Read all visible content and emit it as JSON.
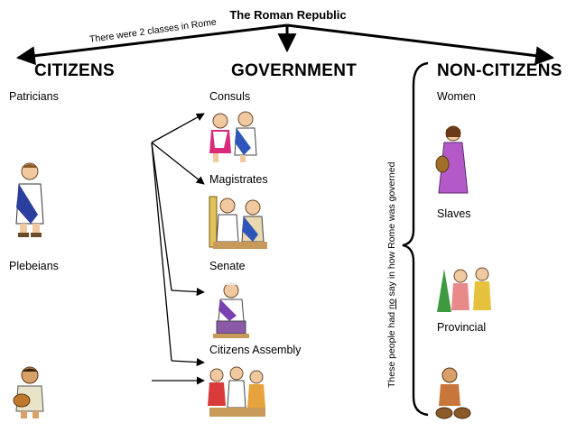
{
  "title": "The Roman Republic",
  "slanted_note": "There were 2 classes in Rome",
  "columns": {
    "citizens": {
      "heading": "CITIZENS",
      "groups": [
        "Patricians",
        "Plebeians"
      ]
    },
    "government": {
      "heading": "GOVERNMENT",
      "groups": [
        "Consuls",
        "Magistrates",
        "Senate",
        "Citizens Assembly"
      ]
    },
    "non_citizens": {
      "heading": "NON-CITIZENS",
      "groups": [
        "Women",
        "Slaves",
        "Provincial"
      ]
    }
  },
  "side_note": {
    "before": "These people had ",
    "emphasis": "no",
    "after": " say in how Rome was governed"
  },
  "colors": {
    "line": "#000000",
    "text": "#000000"
  }
}
